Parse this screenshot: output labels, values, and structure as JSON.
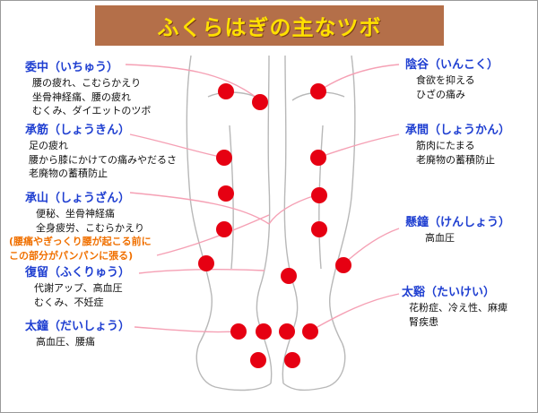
{
  "title": "ふくらはぎの主なツボ",
  "points": {
    "iichuu": {
      "name": "委中（いちゅう）",
      "lines": [
        "腰の疲れ、こむらかえり",
        "坐骨神経痛、腰の疲れ",
        "むくみ、ダイエットのツボ"
      ]
    },
    "shoukin": {
      "name": "承筋（しょうきん）",
      "lines": [
        "足の疲れ",
        "腰から膝にかけての痛みやだるさ",
        "老廃物の蓄積防止"
      ]
    },
    "shouzan": {
      "name": "承山（しょうざん）",
      "lines": [
        "便秘、坐骨神経痛",
        "全身疲労、こむらかえり"
      ],
      "note": [
        "(腰痛やぎっくり腰が起こる前に",
        "この部分がパンパンに張る)"
      ]
    },
    "fukuryuu": {
      "name": "復留（ふくりゅう）",
      "lines": [
        "代謝アップ、高血圧",
        "むくみ、不妊症"
      ]
    },
    "taishou": {
      "name": "太鐘（だいしょう）",
      "lines": [
        "高血圧、腰痛"
      ]
    },
    "inkoku": {
      "name": "陰谷（いんこく）",
      "lines": [
        "食欲を抑える",
        "ひざの痛み"
      ]
    },
    "shoukan": {
      "name": "承間（しょうかん）",
      "lines": [
        "筋肉にたまる",
        "老廃物の蓄積防止"
      ]
    },
    "kenshou": {
      "name": "懸鐘（けんしょう）",
      "lines": [
        "高血圧"
      ]
    },
    "taikei": {
      "name": "太谿（たいけい）",
      "lines": [
        "花粉症、冷え性、麻痺",
        "腎疾患"
      ]
    }
  },
  "colors": {
    "banner": "#b46f49",
    "title": "#ffe000",
    "heading": "#1f3fd1",
    "note": "#f07000",
    "dot": "#e60012",
    "connector": "#f5a0b4"
  }
}
